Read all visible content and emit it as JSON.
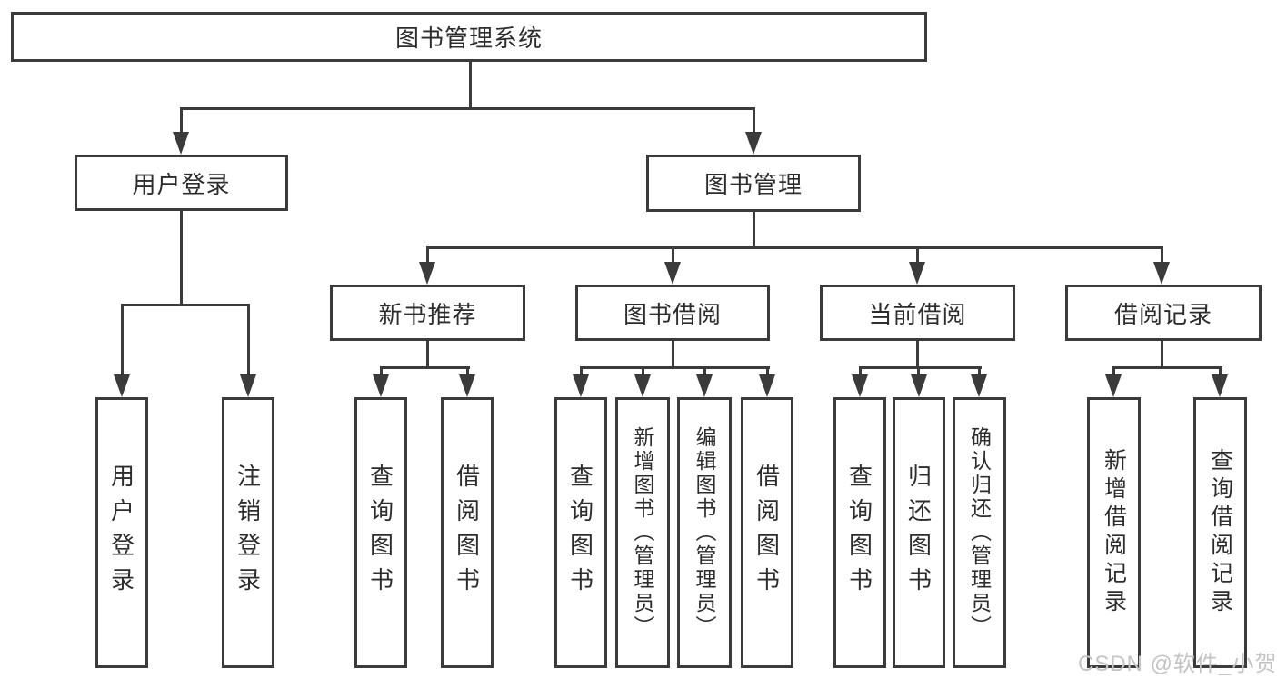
{
  "colors": {
    "line": "#3b3b3b",
    "box_border": "#3b3b3b",
    "text": "#2d2d2d",
    "watermark": "#c4c4c4",
    "background": "#ffffff"
  },
  "watermark": {
    "text": "CSDN @软件_小贺同学"
  },
  "tree": {
    "root": {
      "label": "图书管理系统",
      "children": [
        {
          "label": "用户登录",
          "children": [
            {
              "label": "用户登录"
            },
            {
              "label": "注销登录"
            }
          ]
        },
        {
          "label": "图书管理",
          "children": [
            {
              "label": "新书推荐",
              "children": [
                {
                  "label": "查询图书"
                },
                {
                  "label": "借阅图书"
                }
              ]
            },
            {
              "label": "图书借阅",
              "children": [
                {
                  "label": "查询图书"
                },
                {
                  "label": "新增图书（管理员）"
                },
                {
                  "label": "编辑图书（管理员）"
                },
                {
                  "label": "借阅图书"
                }
              ]
            },
            {
              "label": "当前借阅",
              "children": [
                {
                  "label": "查询图书"
                },
                {
                  "label": "归还图书"
                },
                {
                  "label": "确认归还（管理员）"
                }
              ]
            },
            {
              "label": "借阅记录",
              "children": [
                {
                  "label": "新增借阅记录"
                },
                {
                  "label": "查询借阅记录"
                }
              ]
            }
          ]
        }
      ]
    }
  }
}
